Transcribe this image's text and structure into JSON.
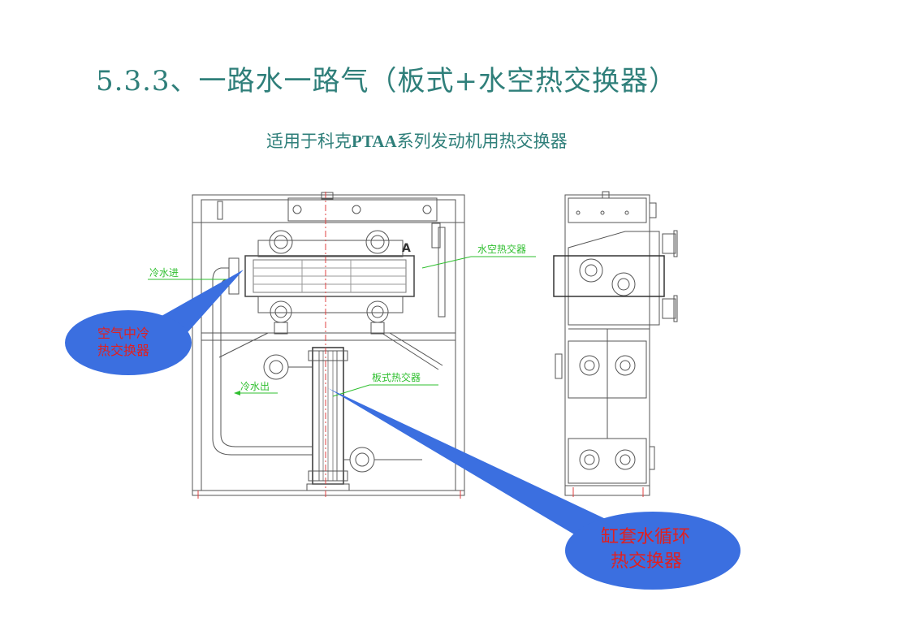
{
  "slide": {
    "title": "5.3.3、一路水一路气（板式+水空热交换器）",
    "subtitle_pre": "适用于科克",
    "subtitle_bold": "PTAA",
    "subtitle_post": "系列发动机用热交换器"
  },
  "drawing": {
    "labels": {
      "cold_water_in": "冷水进",
      "cold_water_out": "冷水出",
      "water_air_exchanger": "水空热交器",
      "plate_exchanger": "板式热交器",
      "mark_a": "A"
    },
    "callouts": {
      "air_cooler_line1": "空气中冷",
      "air_cooler_line2": "热交换器",
      "jacket_line1": "缸套水循环",
      "jacket_line2": "热交换器"
    },
    "colors": {
      "title": "#2f7f7a",
      "label_green": "#2fbf2f",
      "bubble_fill": "#3b6fe0",
      "callout_text": "#e02020",
      "line": "#555555"
    }
  }
}
